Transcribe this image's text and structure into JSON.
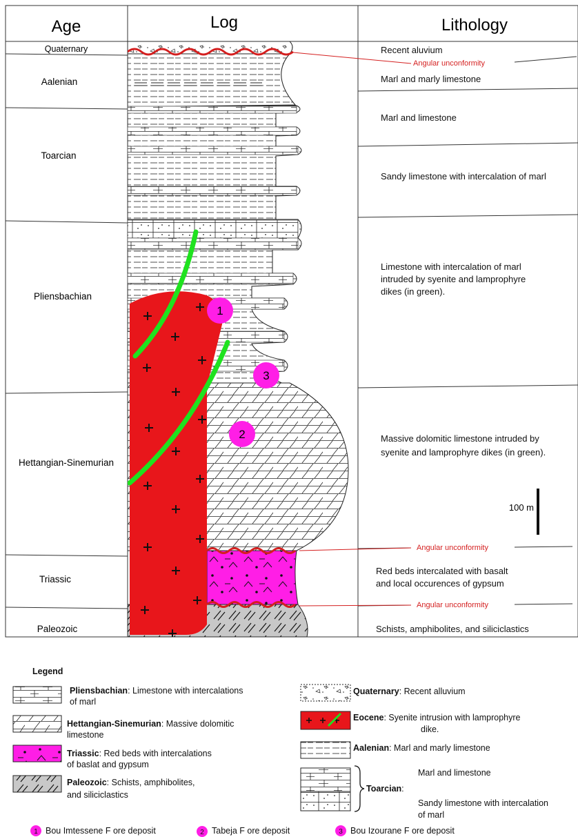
{
  "headers": {
    "age": "Age",
    "log": "Log",
    "lithology": "Lithology"
  },
  "ages": [
    {
      "id": "quaternary",
      "label": "Quaternary"
    },
    {
      "id": "aalenian",
      "label": "Aalenian"
    },
    {
      "id": "toarcian",
      "label": "Toarcian"
    },
    {
      "id": "pliensbachian",
      "label": "Pliensbachian"
    },
    {
      "id": "hettangian",
      "label": "Hettangian-Sinemurian"
    },
    {
      "id": "triassic",
      "label": "Triassic"
    },
    {
      "id": "paleozoic",
      "label": "Paleozoic"
    }
  ],
  "lithology": {
    "recent": "Recent aluvium",
    "aalenian": "Marl and marly limestone",
    "toarcian_marl": "Marl and limestone",
    "toarcian_sandy": "Sandy limestone with intercalation of marl",
    "pliens_1": "Limestone with intercalation of marl",
    "pliens_2": "intruded by syenite and lamprophyre",
    "pliens_3": "dikes (in green).",
    "hett_1": "Massive dolomitic limestone intruded by",
    "hett_2": "syenite and lamprophyre dikes (in green).",
    "trias_1": "Red beds intercalated with basalt",
    "trias_2": "and local occurences of gypsum",
    "paleozoic": "Schists, amphibolites, and siliciclastics"
  },
  "unconformity_label": "Angular unconformity",
  "scale_label": "100 m",
  "deposits": [
    {
      "num": "1",
      "name": "Bou Imtessene F ore deposit"
    },
    {
      "num": "2",
      "name": "Tabeja F ore deposit"
    },
    {
      "num": "3",
      "name": "Bou Izourane F ore deposit"
    }
  ],
  "legend": {
    "title": "Legend",
    "pliens_bold": "Pliensbachian",
    "pliens_text": ": Limestone with intercalations",
    "pliens_text2": "of marl",
    "hett_bold": "Hettangian-Sinemurian",
    "hett_text": ": Massive dolomitic",
    "hett_text2": "limestone",
    "trias_bold": "Triassic",
    "trias_text": ": Red beds with intercalations",
    "trias_text2": "of baslat and gypsum",
    "paleo_bold": "Paleozoic",
    "paleo_text": ": Schists, amphibolites,",
    "paleo_text2": "and siliciclastics",
    "quat_bold": "Quaternary",
    "quat_text": ": Recent alluvium",
    "eoc_bold": "Eocene",
    "eoc_text": ": Syenite intrusion with lamprophyre",
    "eoc_text2": "dike.",
    "aal_bold": "Aalenian",
    "aal_text": ": Marl and marly limestone",
    "toar_bold": "Toarcian",
    "toar_colon": ":",
    "toar_text1": "Marl and limestone",
    "toar_text2": "Sandy limestone with intercalation",
    "toar_text3": "of marl"
  },
  "colors": {
    "intrusion": "#e8161b",
    "dike": "#1fe21f",
    "triassic": "#ff1ee6",
    "paleozoic": "#c8c8c8",
    "unconformity_line": "#d41f1f",
    "deposit_marker": "#ff1ee6"
  }
}
